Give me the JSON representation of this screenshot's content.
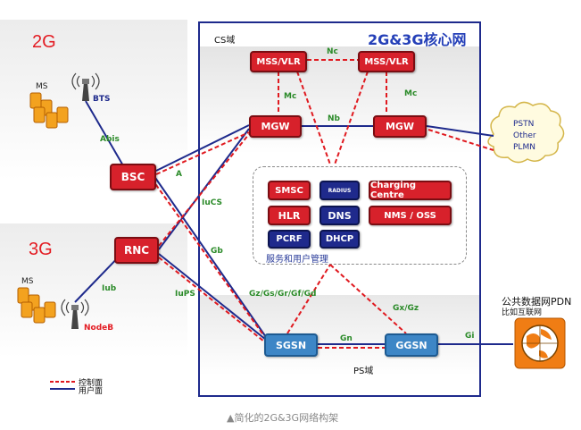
{
  "region_labels": {
    "gen2": "2G",
    "gen3": "3G"
  },
  "core": {
    "title": "2G&3G核心网",
    "cs_domain": "CS域",
    "ps_domain": "PS域",
    "services_caption": "服务和用户管理"
  },
  "nodes": {
    "mss1": "MSS/VLR",
    "mss2": "MSS/VLR",
    "mgw1": "MGW",
    "mgw2": "MGW",
    "bsc": "BSC",
    "rnc": "RNC",
    "sgsn": "SGSN",
    "ggsn": "GGSN",
    "smsc": "SMSC",
    "radius": "RADIUS",
    "charging": "Charging Centre",
    "hlr": "HLR",
    "dns": "DNS",
    "nms": "NMS / OSS",
    "pcrf": "PCRF",
    "dhcp": "DHCP"
  },
  "access": {
    "ms_2g": "MS",
    "bts": "BTS",
    "ms_3g": "MS",
    "nodeb": "NodeB"
  },
  "interfaces": {
    "nc": "Nc",
    "mc1": "Mc",
    "mc2": "Mc",
    "nb": "Nb",
    "abis": "Abis",
    "a": "A",
    "iucs": "IuCS",
    "gb": "Gb",
    "iub": "Iub",
    "iups": "IuPS",
    "gzgs": "Gz/Gs/Gr/Gf/Gd",
    "gxgz": "Gx/Gz",
    "gn": "Gn",
    "gi": "Gi"
  },
  "cloud_labels": [
    "PSTN",
    "Other",
    "PLMN"
  ],
  "pdn": {
    "line1": "公共数据网PDN",
    "line2": "比如互联网"
  },
  "legend": {
    "control": "控制面",
    "user": "用户面"
  },
  "caption": "▲简化的2G&3G网络构架",
  "colors": {
    "control_plane": "#e0191f",
    "user_plane": "#1e2a8c",
    "interface_text": "#2a8a28",
    "region_text": "#e31c23",
    "core_title": "#2540b8"
  }
}
